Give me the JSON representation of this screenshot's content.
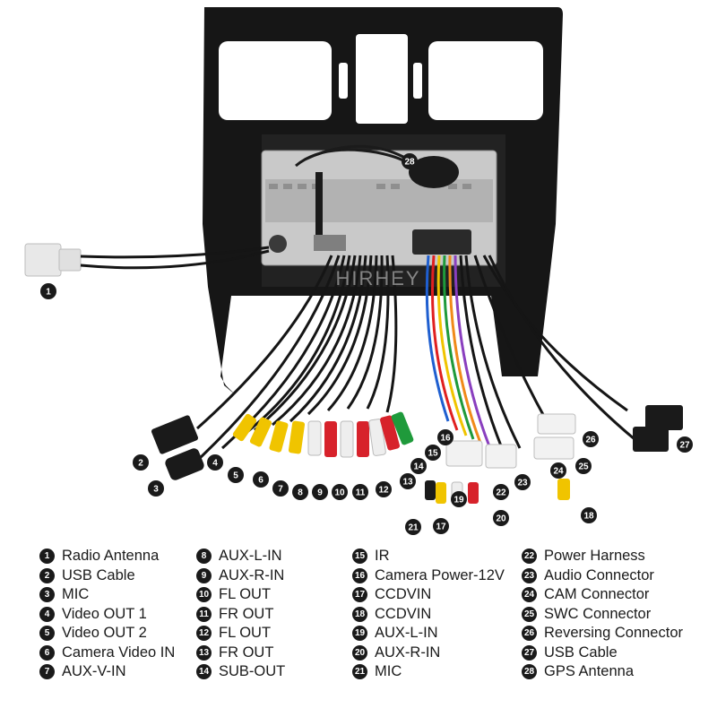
{
  "watermark": "HIRHEY",
  "diagram": {
    "callouts": [
      "1",
      "2",
      "3",
      "4",
      "5",
      "6",
      "7",
      "8",
      "9",
      "10",
      "11",
      "12",
      "13",
      "14",
      "15",
      "16",
      "17",
      "18",
      "19",
      "20",
      "21",
      "22",
      "23",
      "24",
      "25",
      "26",
      "27",
      "28"
    ]
  },
  "legend": {
    "columns": [
      [
        {
          "num": "1",
          "label": "Radio Antenna"
        },
        {
          "num": "2",
          "label": "USB Cable"
        },
        {
          "num": "3",
          "label": "MIC"
        },
        {
          "num": "4",
          "label": "Video OUT 1"
        },
        {
          "num": "5",
          "label": "Video OUT 2"
        },
        {
          "num": "6",
          "label": "Camera Video IN"
        },
        {
          "num": "7",
          "label": "AUX-V-IN"
        }
      ],
      [
        {
          "num": "8",
          "label": "AUX-L-IN"
        },
        {
          "num": "9",
          "label": "AUX-R-IN"
        },
        {
          "num": "10",
          "label": "FL OUT"
        },
        {
          "num": "11",
          "label": "FR OUT"
        },
        {
          "num": "12",
          "label": "FL OUT"
        },
        {
          "num": "13",
          "label": "FR OUT"
        },
        {
          "num": "14",
          "label": "SUB-OUT"
        }
      ],
      [
        {
          "num": "15",
          "label": "IR"
        },
        {
          "num": "16",
          "label": "Camera Power-12V"
        },
        {
          "num": "17",
          "label": "CCDVIN"
        },
        {
          "num": "18",
          "label": "CCDVIN"
        },
        {
          "num": "19",
          "label": "AUX-L-IN"
        },
        {
          "num": "20",
          "label": "AUX-R-IN"
        },
        {
          "num": "21",
          "label": "MIC"
        }
      ],
      [
        {
          "num": "22",
          "label": "Power Harness"
        },
        {
          "num": "23",
          "label": "Audio Connector"
        },
        {
          "num": "24",
          "label": "CAM Connector"
        },
        {
          "num": "25",
          "label": "SWC Connector"
        },
        {
          "num": "26",
          "label": "Reversing Connector"
        },
        {
          "num": "27",
          "label": "USB Cable"
        },
        {
          "num": "28",
          "label": "GPS Antenna"
        }
      ]
    ]
  }
}
